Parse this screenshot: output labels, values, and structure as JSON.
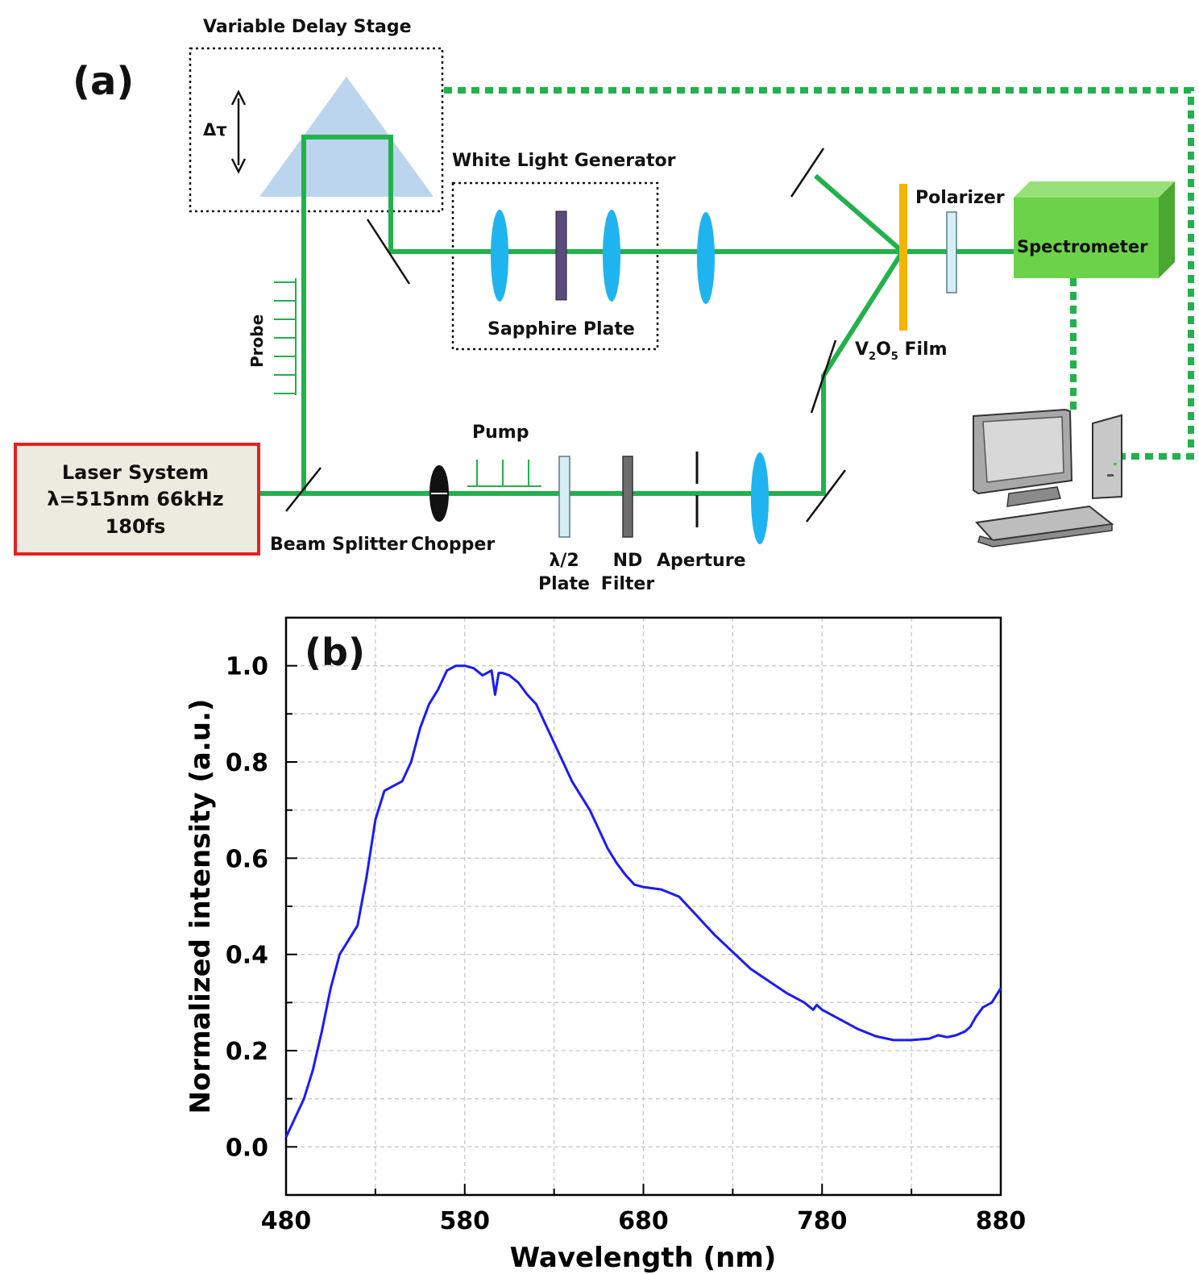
{
  "panel_a": {
    "panel_label": "(a)",
    "labels": {
      "variable_delay_stage": "Variable Delay Stage",
      "delta_tau": "Δτ",
      "white_light_generator": "White Light Generator",
      "sapphire_plate": "Sapphire Plate",
      "polarizer": "Polarizer",
      "spectrometer": "Spectrometer",
      "film_v": "V",
      "film_sub2": "2",
      "film_o": "O",
      "film_sub5": "5",
      "film_word": " Film",
      "probe": "Probe",
      "pump": "Pump",
      "laser_line1": "Laser System",
      "laser_line2": "λ=515nm   66kHz",
      "laser_line3": "180fs",
      "beam_splitter": "Beam Splitter",
      "chopper": "Chopper",
      "half_wave_line1": "λ/2",
      "half_wave_line2": "Plate",
      "nd_line1": "ND",
      "nd_line2": "Filter",
      "aperture": "Aperture"
    },
    "colors": {
      "beam": "#22b14c",
      "lens": "#1fb4f0",
      "prism": "#bcd5ee",
      "sapphire": "#5c4a7a",
      "film": "#f5b400",
      "spectrometer": "#6cd24a",
      "laser_border": "#e82020",
      "laser_fill": "#ecebdf",
      "data_link": "#22b14c"
    }
  },
  "panel_b": {
    "panel_label": "(b)",
    "chart_data": {
      "type": "line",
      "xlabel": "Wavelength (nm)",
      "ylabel": "Normalized intensity (a.u.)",
      "xlim": [
        480,
        880
      ],
      "ylim": [
        -0.1,
        1.1
      ],
      "xticks": [
        480,
        580,
        680,
        780,
        880
      ],
      "yticks": [
        0.0,
        0.2,
        0.4,
        0.6,
        0.8,
        1.0
      ],
      "xtick_labels": [
        "480",
        "580",
        "680",
        "780",
        "880"
      ],
      "ytick_labels": [
        "0.0",
        "0.2",
        "0.4",
        "0.6",
        "0.8",
        "1.0"
      ],
      "grid": true,
      "series": [
        {
          "color": "#1a1aff",
          "x": [
            480,
            485,
            490,
            495,
            500,
            505,
            510,
            515,
            520,
            525,
            530,
            535,
            540,
            545,
            550,
            555,
            560,
            565,
            570,
            575,
            580,
            585,
            590,
            595,
            597,
            599,
            601,
            605,
            610,
            615,
            620,
            625,
            630,
            635,
            640,
            645,
            650,
            655,
            660,
            665,
            670,
            675,
            680,
            690,
            700,
            705,
            710,
            720,
            730,
            740,
            750,
            760,
            770,
            775,
            777,
            780,
            790,
            800,
            810,
            820,
            830,
            840,
            845,
            850,
            855,
            860,
            863,
            866,
            870,
            875,
            880
          ],
          "y": [
            0.02,
            0.06,
            0.1,
            0.16,
            0.24,
            0.33,
            0.4,
            0.43,
            0.46,
            0.56,
            0.68,
            0.74,
            0.75,
            0.76,
            0.8,
            0.87,
            0.92,
            0.95,
            0.99,
            1.0,
            1.0,
            0.995,
            0.98,
            0.99,
            0.94,
            0.985,
            0.985,
            0.98,
            0.965,
            0.94,
            0.92,
            0.88,
            0.84,
            0.8,
            0.76,
            0.73,
            0.7,
            0.66,
            0.62,
            0.59,
            0.565,
            0.545,
            0.54,
            0.535,
            0.52,
            0.5,
            0.48,
            0.44,
            0.405,
            0.37,
            0.345,
            0.32,
            0.3,
            0.285,
            0.295,
            0.285,
            0.265,
            0.245,
            0.23,
            0.222,
            0.222,
            0.225,
            0.232,
            0.228,
            0.232,
            0.24,
            0.25,
            0.27,
            0.29,
            0.3,
            0.33
          ]
        }
      ]
    }
  }
}
